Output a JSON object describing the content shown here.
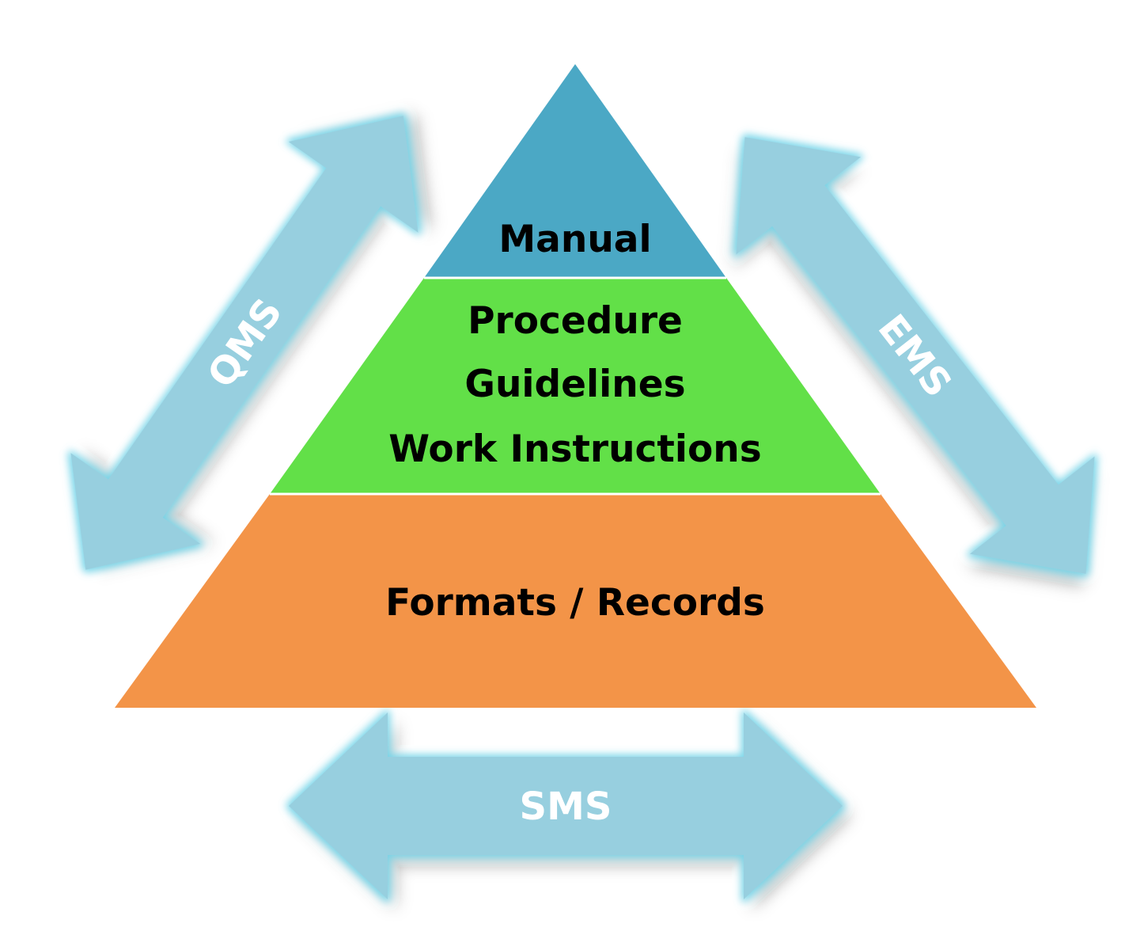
{
  "pyramid": {
    "top": {
      "label": "Manual",
      "color": "#4ba8c5"
    },
    "middle": {
      "lines": [
        "Procedure",
        "Guidelines",
        "Work Instructions"
      ],
      "color": "#62e048"
    },
    "bottom": {
      "label": "Formats / Records",
      "color": "#f39448"
    }
  },
  "arrows": {
    "color": "#97cfdf",
    "glow": "#6fd3e8",
    "left": {
      "label": "QMS"
    },
    "right": {
      "label": "EMS"
    },
    "bottom": {
      "label": "SMS"
    }
  }
}
